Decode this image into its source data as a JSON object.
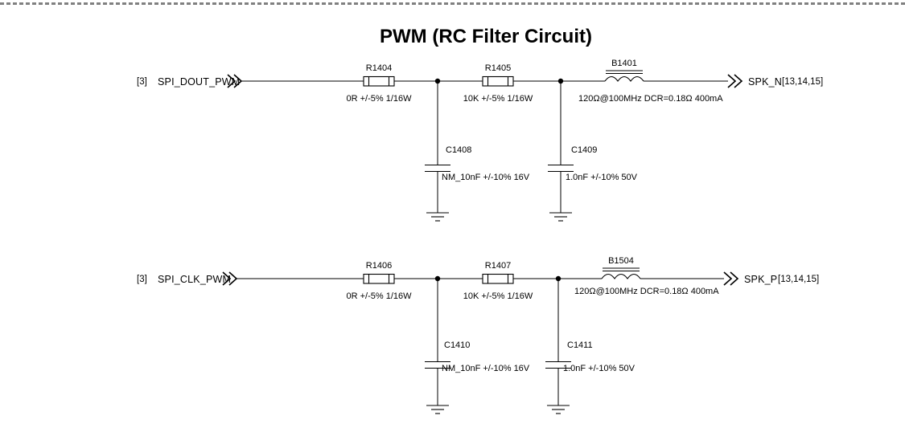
{
  "page": {
    "title": "PWM (RC Filter Circuit)",
    "background_color": "#ffffff",
    "border_color": "#808080",
    "line_color": "#000000"
  },
  "schematic": {
    "type": "circuit-schematic",
    "sheet_title": "PWM (RC Filter Circuit)",
    "nets": [
      {
        "id": "row1",
        "input_port": {
          "sheet_ref": "[3]",
          "label": "SPI_DOUT_PWM",
          "direction": "in",
          "symbol": "double-chevron-right"
        },
        "output_port": {
          "label": "SPK_N",
          "sheet_ref": "[13,14,15]",
          "direction": "out",
          "symbol": "double-chevron-right"
        },
        "components": [
          {
            "kind": "resistor",
            "ref": "R1404",
            "value": "0R +/-5% 1/16W"
          },
          {
            "kind": "resistor",
            "ref": "R1405",
            "value": "10K +/-5% 1/16W"
          },
          {
            "kind": "ferrite-bead",
            "ref": "B1401",
            "value": "120Ω@100MHz DCR=0.18Ω 400mA"
          },
          {
            "kind": "capacitor",
            "ref": "C1408",
            "value": "NM_10nF +/-10% 16V",
            "to": "GND"
          },
          {
            "kind": "capacitor",
            "ref": "C1409",
            "value": "1.0nF +/-10% 50V",
            "to": "GND"
          }
        ]
      },
      {
        "id": "row2",
        "input_port": {
          "sheet_ref": "[3]",
          "label": "SPI_CLK_PWM",
          "direction": "in",
          "symbol": "double-chevron-right"
        },
        "output_port": {
          "label": "SPK_P",
          "sheet_ref": "[13,14,15]",
          "direction": "out",
          "symbol": "double-chevron-right"
        },
        "components": [
          {
            "kind": "resistor",
            "ref": "R1406",
            "value": "0R +/-5% 1/16W"
          },
          {
            "kind": "resistor",
            "ref": "R1407",
            "value": "10K +/-5% 1/16W"
          },
          {
            "kind": "ferrite-bead",
            "ref": "B1504",
            "value": "120Ω@100MHz DCR=0.18Ω 400mA"
          },
          {
            "kind": "capacitor",
            "ref": "C1410",
            "value": "NM_10nF +/-10% 16V",
            "to": "GND"
          },
          {
            "kind": "capacitor",
            "ref": "C1411",
            "value": "1.0nF +/-10% 50V",
            "to": "GND"
          }
        ]
      }
    ]
  }
}
